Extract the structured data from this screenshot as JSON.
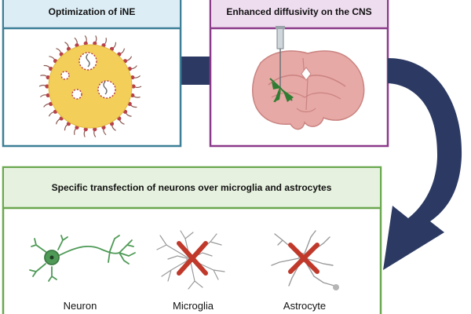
{
  "panels": {
    "ine": {
      "title": "Optimization of iNE"
    },
    "cns": {
      "title": "Enhanced diffusivity on the CNS"
    },
    "transfection": {
      "title": "Specific transfection of neurons over microglia and astrocytes"
    }
  },
  "cells": [
    {
      "label": "Neuron",
      "icon": "neuron-icon",
      "excluded": false
    },
    {
      "label": "Microglia",
      "icon": "microglia-icon",
      "excluded": true
    },
    {
      "label": "Astrocyte",
      "icon": "astrocyte-icon",
      "excluded": true
    }
  ],
  "colors": {
    "ine_border": "#3d7f96",
    "ine_header": "#dcedf5",
    "cns_border": "#8b3a8a",
    "cns_header": "#eedcef",
    "transfection_border": "#6aa84f",
    "transfection_header": "#e6f1df",
    "flow_arrow": "#2c3a63",
    "nanoemulsion_core": "#f3cf5a",
    "brain": "#e7a9a6",
    "cross": "#c0392b",
    "neuron": "#4f9a57"
  }
}
